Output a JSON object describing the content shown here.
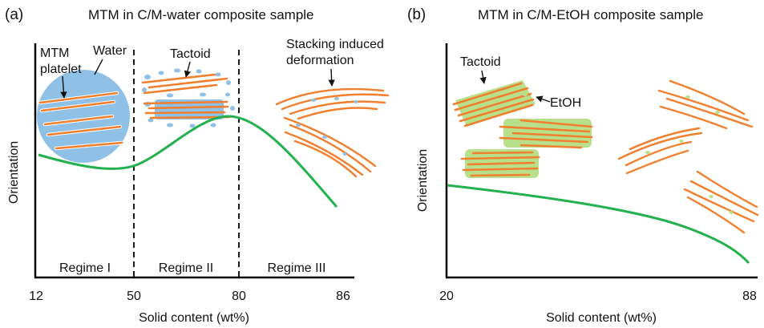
{
  "panel_a": {
    "label": "(a)",
    "title": "MTM in C/M-water composite sample",
    "ylabel": "Orientation",
    "xlabel": "Solid content (wt%)",
    "xticks": [
      "12",
      "50",
      "80",
      "86"
    ],
    "regimes": [
      "Regime I",
      "Regime II",
      "Regime III"
    ],
    "annotations": {
      "mtm_line1": "MTM",
      "mtm_line2": "platelet",
      "water": "Water",
      "tactoid": "Tactoid",
      "stack_line1": "Stacking induced",
      "stack_line2": "deformation"
    }
  },
  "panel_b": {
    "label": "(b)",
    "title": "MTM in C/M-EtOH composite sample",
    "ylabel": "Orientation",
    "xlabel": "Solid content (wt%)",
    "xticks": [
      "20",
      "88"
    ],
    "annotations": {
      "tactoid": "Tactoid",
      "etoh": "EtOH"
    }
  },
  "colors": {
    "platelet": "#f07f2e",
    "water": "#8fc1e6",
    "etoh": "#b8e08a",
    "curve": "#22b14c",
    "axis": "#000000"
  }
}
